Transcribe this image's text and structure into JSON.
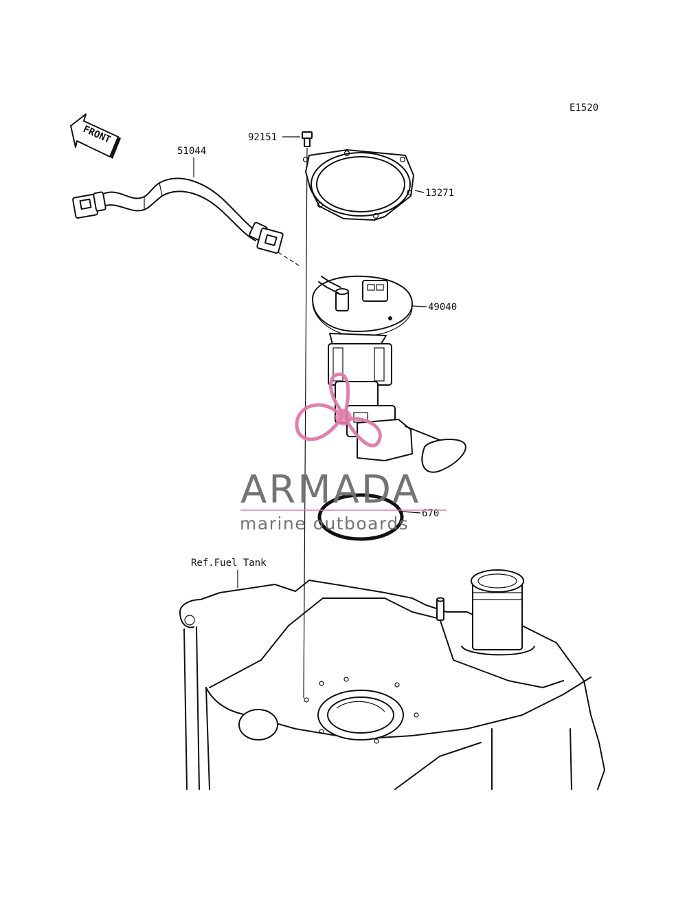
{
  "diagram": {
    "code": "E1520",
    "direction_label": "FRONT",
    "parts": [
      {
        "id": "92151"
      },
      {
        "id": "51044"
      },
      {
        "id": "13271"
      },
      {
        "id": "49040"
      },
      {
        "id": "670"
      }
    ],
    "reference": "Ref.Fuel Tank"
  },
  "watermark": {
    "brand": "ARMADA",
    "tagline": "marine outboards",
    "colors": {
      "text": "#6d6d6d",
      "accent": "#e07aa8"
    }
  }
}
